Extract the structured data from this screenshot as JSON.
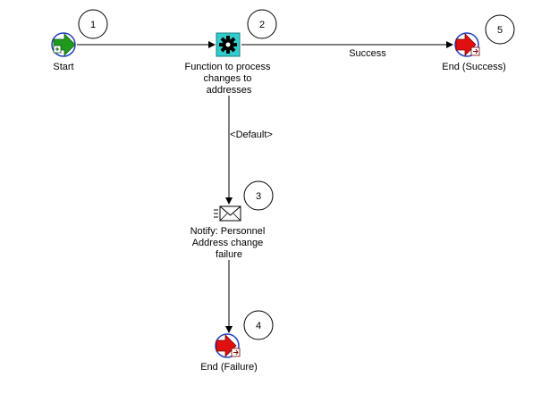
{
  "nodes": [
    {
      "id": "start",
      "number": "1",
      "label_lines": [
        "Start"
      ],
      "icon": "start-arrow-icon"
    },
    {
      "id": "function",
      "number": "2",
      "label_lines": [
        "Function to process",
        "changes to",
        "addresses"
      ],
      "icon": "gear-function-icon"
    },
    {
      "id": "notify",
      "number": "3",
      "label_lines": [
        "Notify: Personnel",
        "Address change",
        "failure"
      ],
      "icon": "envelope-notification-icon"
    },
    {
      "id": "end-failure",
      "number": "4",
      "label_lines": [
        "End (Failure)"
      ],
      "icon": "end-node-icon"
    },
    {
      "id": "end-success",
      "number": "5",
      "label_lines": [
        "End (Success)"
      ],
      "icon": "end-node-icon"
    }
  ],
  "edges": [
    {
      "from": "start",
      "to": "function",
      "label": ""
    },
    {
      "from": "function",
      "to": "end-success",
      "label": "Success"
    },
    {
      "from": "function",
      "to": "notify",
      "label": "<Default>"
    },
    {
      "from": "notify",
      "to": "end-failure",
      "label": ""
    }
  ],
  "colors": {
    "line": "#000000",
    "start_green": "#1f9a1f",
    "end_red": "#e01010",
    "function_cyan": "#33cccc",
    "node_ring_blue": "#2040c0"
  }
}
